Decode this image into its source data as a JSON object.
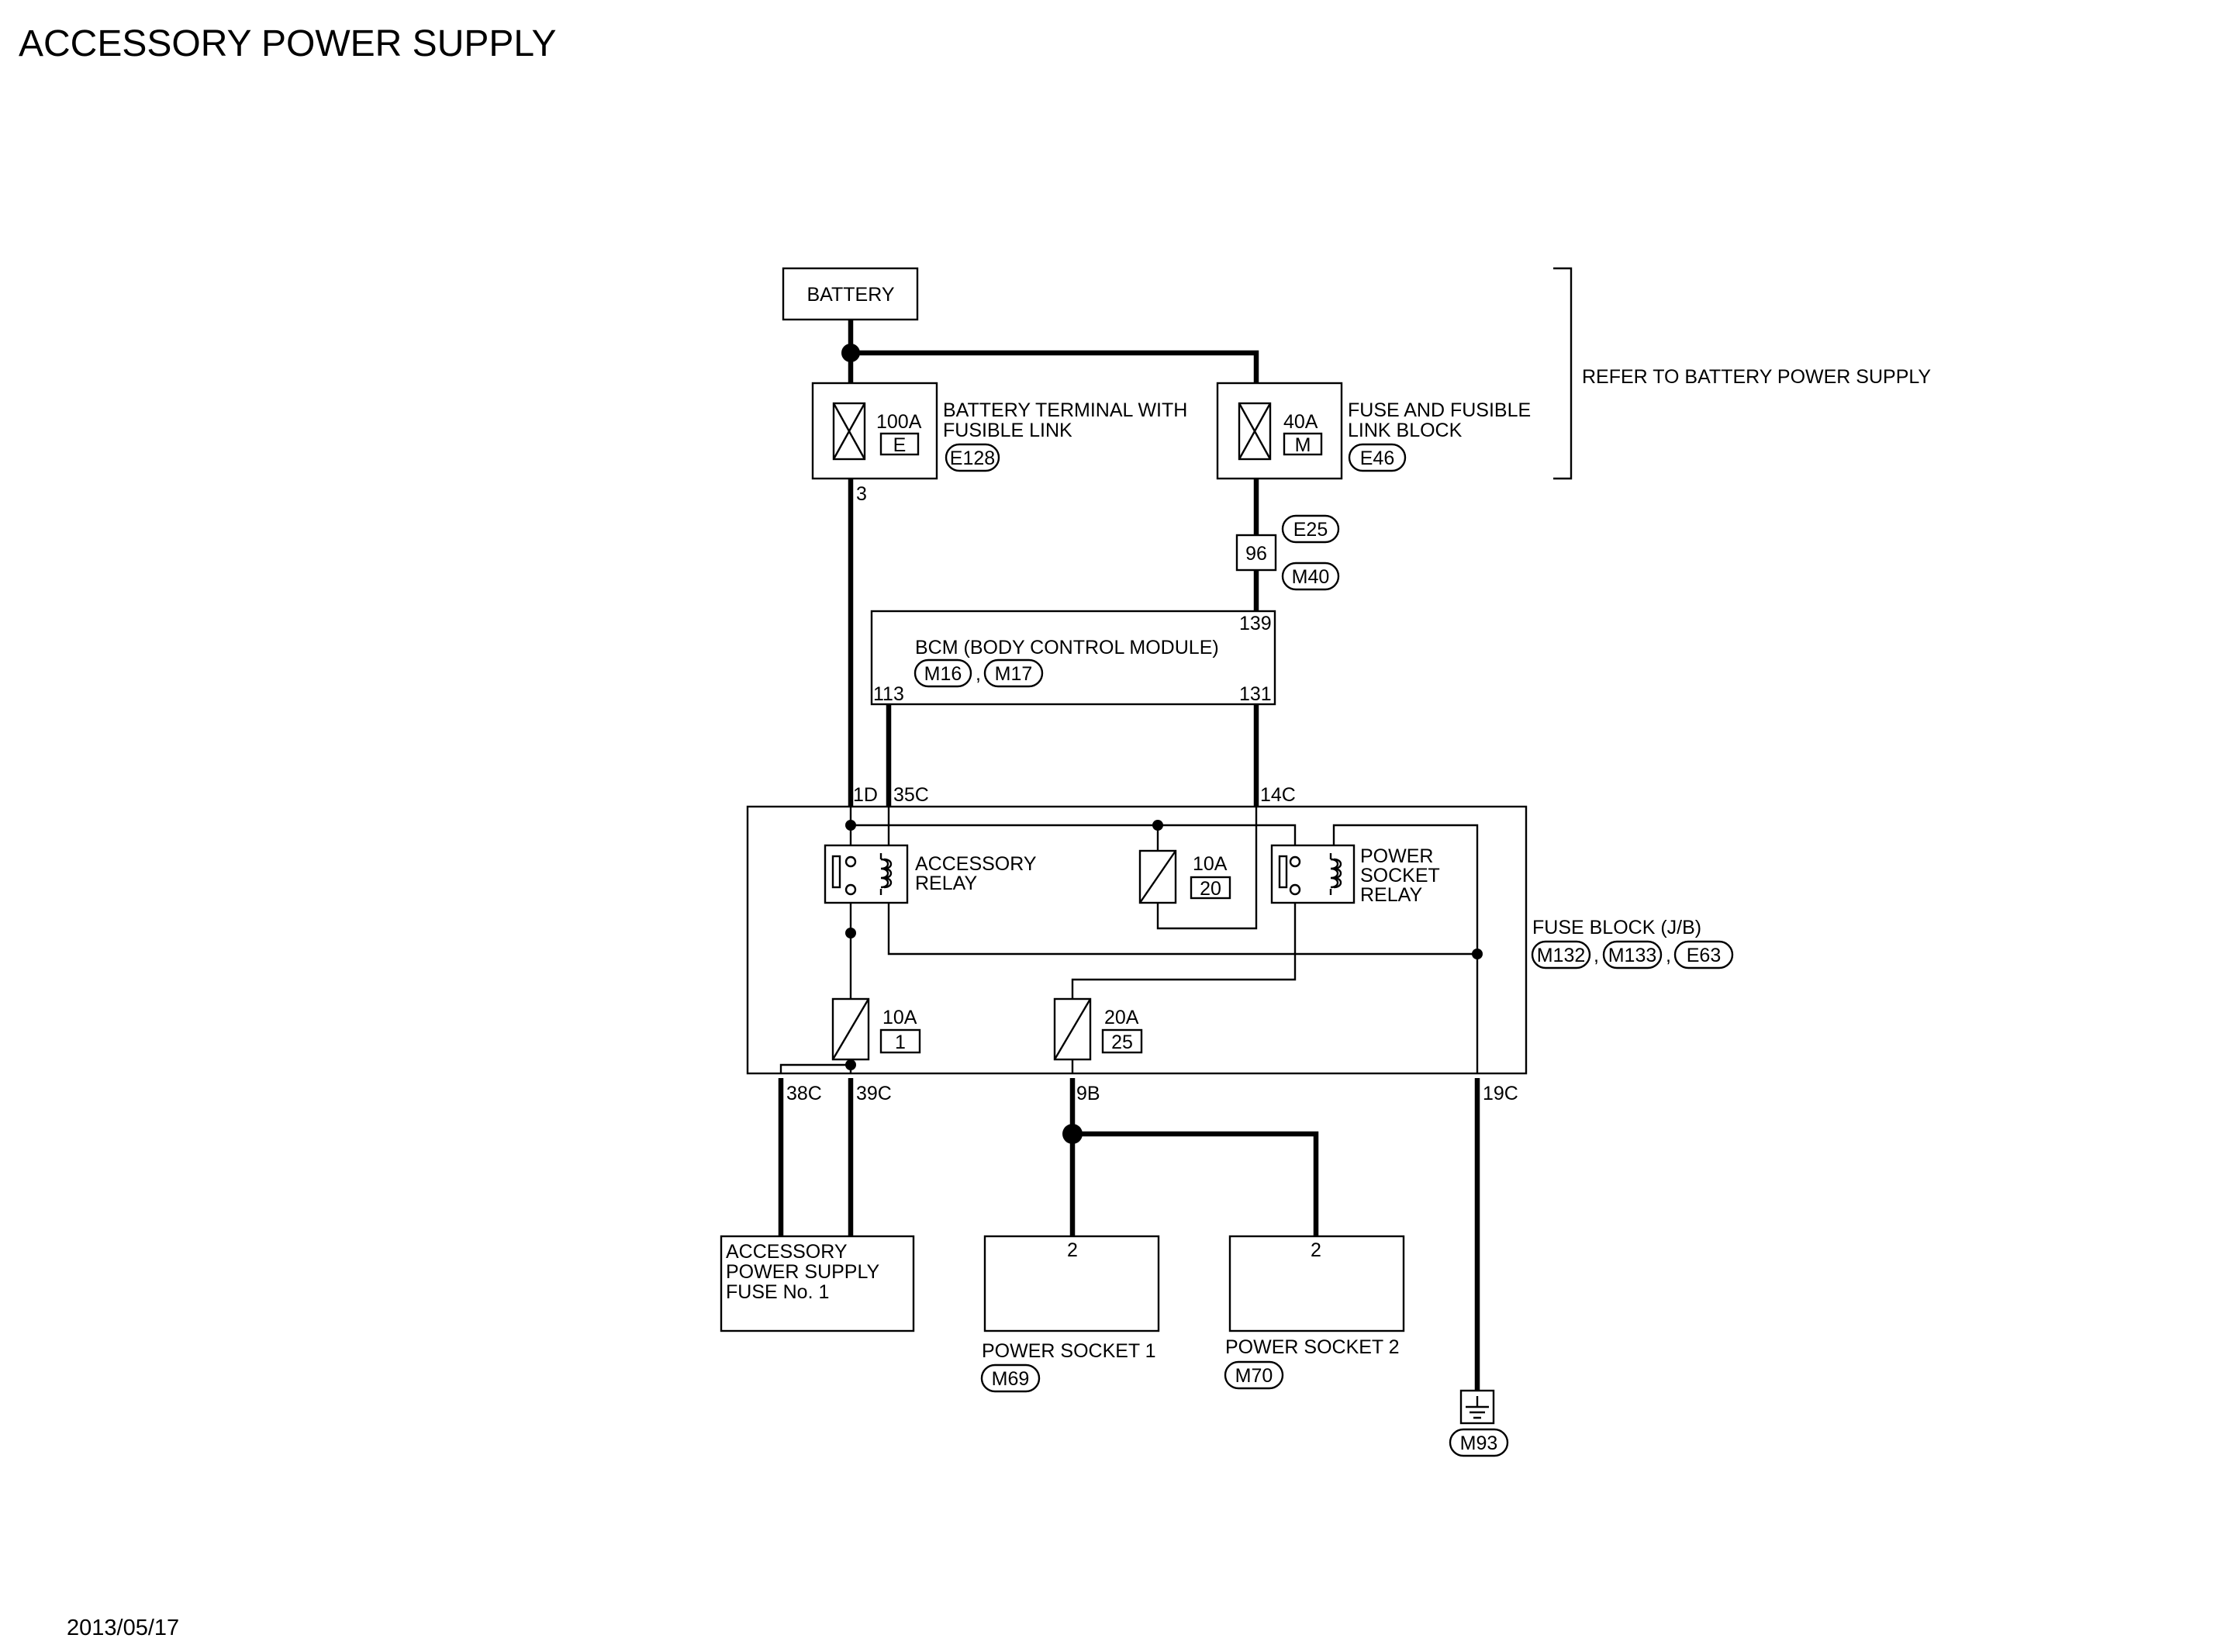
{
  "title": "ACCESSORY POWER SUPPLY",
  "date": "2013/05/17",
  "refer_note": "REFER TO BATTERY POWER SUPPLY",
  "battery": {
    "label": "BATTERY"
  },
  "battery_terminal": {
    "rating": "100A",
    "fuse_no": "E",
    "name_line1": "BATTERY TERMINAL WITH",
    "name_line2": "FUSIBLE LINK",
    "connector": "E128",
    "terminal": "3"
  },
  "fuse_link_block": {
    "rating": "40A",
    "fuse_no": "M",
    "name_line1": "FUSE AND FUSIBLE",
    "name_line2": "LINK BLOCK",
    "connector": "E46"
  },
  "joint_connector": {
    "terminal": "96",
    "connector_top": "E25",
    "connector_bottom": "M40"
  },
  "bcm": {
    "name": "BCM (BODY CONTROL MODULE)",
    "connectors": [
      "M16",
      "M17"
    ],
    "separator": ",",
    "pin_top": "139",
    "pin_left": "113",
    "pin_right": "131"
  },
  "fuse_block": {
    "name": "FUSE BLOCK (J/B)",
    "connectors": [
      "M132",
      "M133",
      "E63"
    ],
    "separator": ",",
    "pins": {
      "p1d": "1D",
      "p35c": "35C",
      "p14c": "14C",
      "p38c": "38C",
      "p39c": "39C",
      "p9b": "9B",
      "p19c": "19C"
    },
    "accessory_relay": {
      "line1": "ACCESSORY",
      "line2": "RELAY"
    },
    "power_socket_relay": {
      "line1": "POWER",
      "line2": "SOCKET",
      "line3": "RELAY"
    },
    "fuse_20": {
      "rating": "10A",
      "number": "20"
    },
    "fuse_1": {
      "rating": "10A",
      "number": "1"
    },
    "fuse_25": {
      "rating": "20A",
      "number": "25"
    }
  },
  "accessory_fuse": {
    "line1": "ACCESSORY",
    "line2": "POWER SUPPLY",
    "line3": "FUSE No. 1"
  },
  "power_socket_1": {
    "pin": "2",
    "name": "POWER SOCKET 1",
    "connector": "M69"
  },
  "power_socket_2": {
    "pin": "2",
    "name": "POWER SOCKET 2",
    "connector": "M70"
  },
  "ground": {
    "connector": "M93"
  }
}
